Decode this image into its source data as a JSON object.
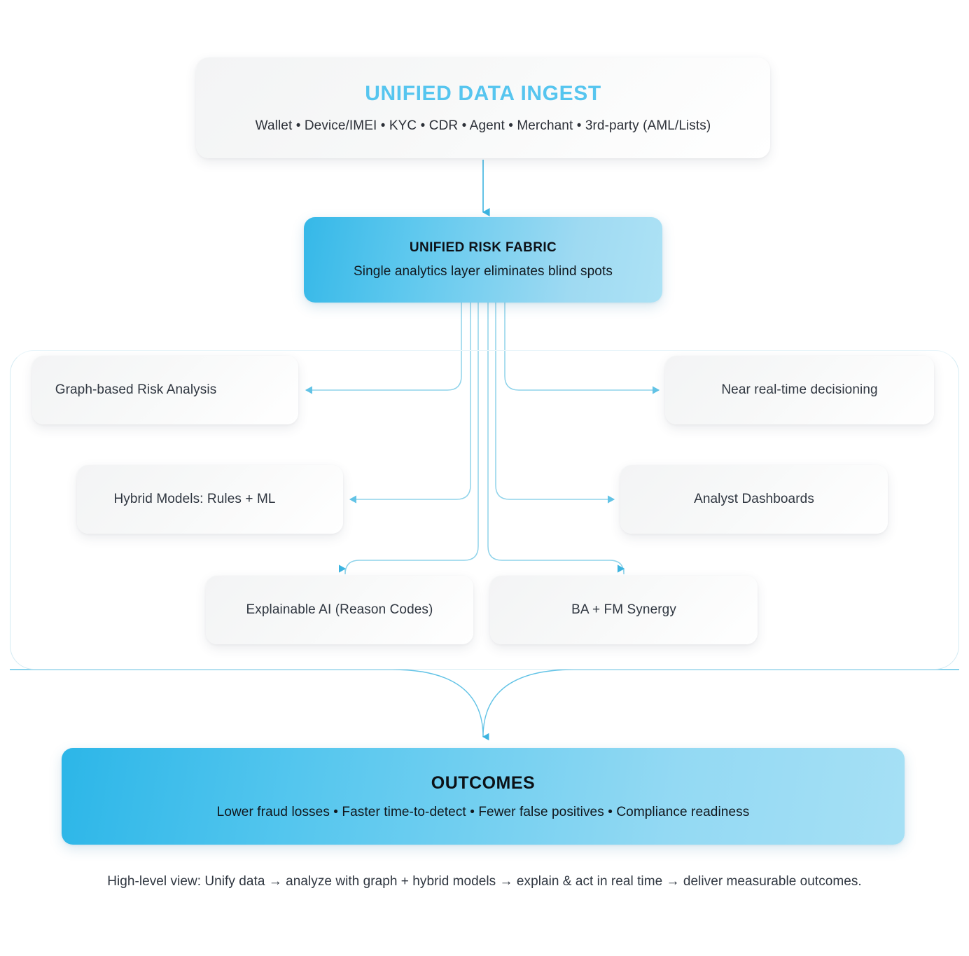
{
  "diagram": {
    "title": "Unified Data Ingest to Outcomes flow",
    "colors": {
      "accent_cyan": "#56c5ef",
      "fabric_gradient_start": "#35b8e8",
      "fabric_gradient_end": "#ade2f5",
      "outcomes_gradient_start": "#2cb6e8",
      "outcomes_gradient_end": "#a6e0f5",
      "connector_line": "#62c3e6",
      "group_frame_border": "#d4ebf3",
      "box_text": "#2f3640"
    }
  },
  "ingest": {
    "headline": "UNIFIED DATA INGEST",
    "subline": "Wallet • Device/IMEI • KYC • CDR • Agent • Merchant • 3rd-party (AML/Lists)"
  },
  "fabric": {
    "headline": "UNIFIED RISK FABRIC",
    "subline": "Single analytics layer eliminates blind spots"
  },
  "branches": [
    {
      "id": "graph-based-risk-analysis",
      "label": "Graph-based Risk Analysis"
    },
    {
      "id": "near-real-time-decisioning",
      "label": "Near real-time decisioning"
    },
    {
      "id": "hybrid-models-rules-ml",
      "label": "Hybrid Models: Rules + ML"
    },
    {
      "id": "analyst-dashboards",
      "label": "Analyst Dashboards"
    },
    {
      "id": "explainable-ai-reason-codes",
      "label": "Explainable AI (Reason Codes)"
    },
    {
      "id": "ba-fm-synergy",
      "label": "BA + FM Synergy"
    }
  ],
  "outcomes": {
    "headline": "OUTCOMES",
    "subline": "Lower fraud losses • Faster time-to-detect • Fewer false positives • Compliance readiness"
  },
  "caption": {
    "text": "High-level view: Unify data → analyze with graph + hybrid models → explain & act in real time → deliver measurable outcomes."
  }
}
